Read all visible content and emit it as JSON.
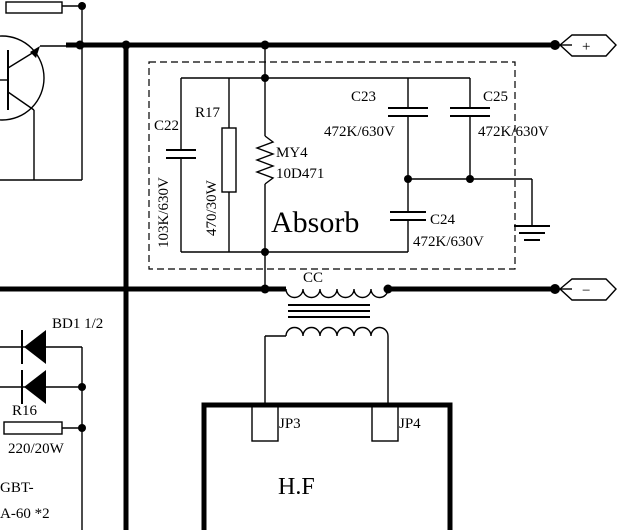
{
  "terminals": {
    "positive": "+",
    "negative": "−"
  },
  "absorb": {
    "title": "Absorb",
    "c22": {
      "name": "C22",
      "value": "103K/630V"
    },
    "r17": {
      "name": "R17",
      "value": "470/30W"
    },
    "my4": {
      "name": "MY4",
      "value": "10D471"
    },
    "c23": {
      "name": "C23",
      "value": "472K/630V"
    },
    "c25": {
      "name": "C25",
      "value": "472K/630V"
    },
    "c24": {
      "name": "C24",
      "value": "472K/630V"
    }
  },
  "inductor": {
    "name": "CC"
  },
  "rectifier": {
    "bd1": "BD1 1/2",
    "r16_name": "R16",
    "r16_value": "220/20W",
    "igbt_1": "GBT-",
    "igbt_2": "A-60 *2"
  },
  "hf_block": {
    "title": "H.F",
    "jp3": "JP3",
    "jp4": "JP4"
  }
}
